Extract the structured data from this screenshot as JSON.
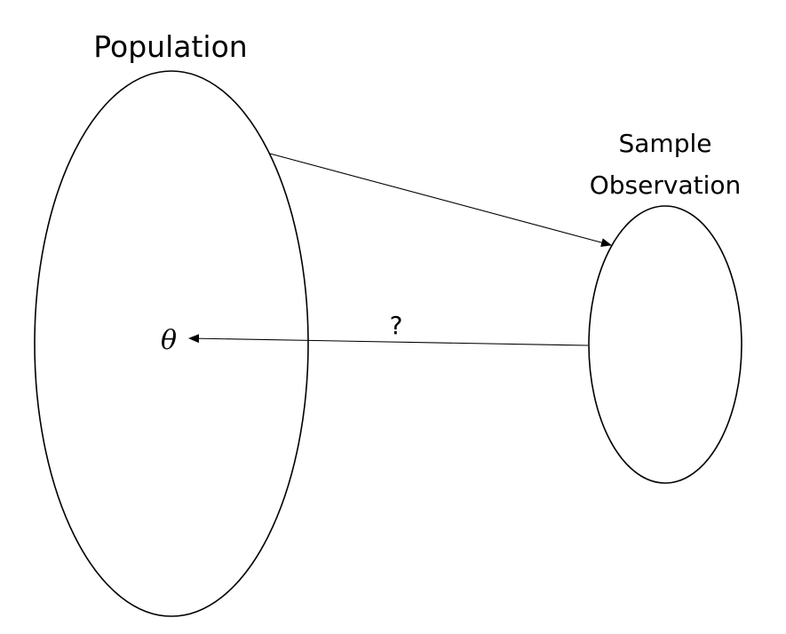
{
  "diagram": {
    "population_label": "Population",
    "sample_label_line1": "Sample",
    "sample_label_line2": "Observation",
    "parameter_symbol": "θ",
    "inference_label": "?"
  }
}
